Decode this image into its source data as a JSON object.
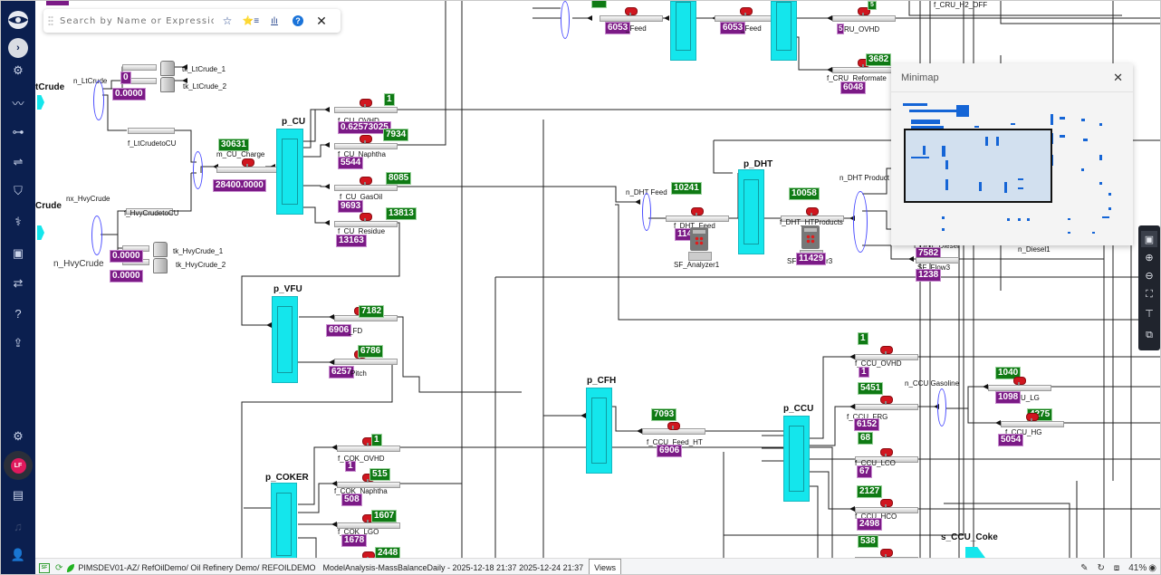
{
  "search": {
    "placeholder": "Search by Name or Expression"
  },
  "nav": {
    "items": [
      "logo",
      "expand",
      "data-settings",
      "trends",
      "connections",
      "compare",
      "security",
      "diagnostics",
      "reports",
      "sync",
      "help",
      "export",
      "settings",
      "user-avatar",
      "messages",
      "notifications",
      "profile"
    ],
    "avatar_initials": "LF"
  },
  "minimap": {
    "title": "Minimap"
  },
  "status": {
    "server_badge": "SF",
    "path": "PIMSDEV01-AZ/ RefOilDemo/ Oil Refinery Demo/ REFOILDEMO",
    "analysis": "ModelAnalysis-MassBalanceDaily - 2025-12-18 21:37 2025-12-24 21:37",
    "views_label": "Views",
    "zoom_level": "41%"
  },
  "diagram": {
    "sources": {
      "lt_crude": "tCrude",
      "hvy_crude": "Crude",
      "ccu_coke": "s_CCU_Coke"
    },
    "nodes": {
      "n_ltcrude": "n_LtCrude",
      "nx_hvycrude": "nx_HvyCrude",
      "n_hvycrude": "n_HvyCrude",
      "n_dht_feed": "n_DHT Feed",
      "n_dht_product": "n_DHT Product",
      "n_ccu_gasoline": "n_CCU Gasoline",
      "n_diesel1": "n_Diesel1"
    },
    "units": {
      "p_cu": "p_CU",
      "p_vfu": "p_VFU",
      "p_coker": "p_COKER",
      "p_dht": "p_DHT",
      "p_cfh": "p_CFH",
      "p_ccu": "p_CCU"
    },
    "tanks": {
      "lt1": "tk_LtCrude_1",
      "lt2": "tk_LtCrude_2",
      "hv1": "tk_HvyCrude_1",
      "hv2": "tk_HvyCrude_2"
    },
    "pipes": {
      "f_ltcrudetocu": "f_LtCrudetoCU",
      "f_hvycrudetocu": "f_HvyCrudetoCU",
      "sf_flow3": "SF_Flow3",
      "lt_tank1_val": "0",
      "lt_tank2_val": "0.0000",
      "hv_tank1_val": "0.0000",
      "hv_tank2_val": "0.0000"
    },
    "meters": {
      "m_cu_charge": {
        "label": "m_CU_Charge",
        "measured": "30631",
        "calc": "28400.0000"
      },
      "f_cu_ovhd": {
        "label": "f_CU_OVHD",
        "measured": "1",
        "calc": "0.62573025"
      },
      "f_cu_naphtha": {
        "label": "f_CU_Naphtha",
        "measured": "7934",
        "calc": "5544"
      },
      "f_cu_gasoil": {
        "label": "f_CU_GasOil",
        "measured": "8085",
        "calc": "9693"
      },
      "f_cu_residue": {
        "label": "f_CU_Residue",
        "measured": "13813",
        "calc": "13163"
      },
      "feed_a": {
        "label": "_Feed",
        "calc": "6053"
      },
      "feed_b": {
        "label": "f_Feed",
        "calc": "6053"
      },
      "f_cru_ovhd": {
        "label": "fCRU_OVHD",
        "measured": "5",
        "calc": "5"
      },
      "f_cru_reformate": {
        "label": "f_CRU_Reformate",
        "measured": "3682",
        "calc": "6048"
      },
      "f_cru_h2": {
        "label": "f_CRU_H2_OFF"
      },
      "f_dht_feed": {
        "label": "f_DHT_Feed",
        "measured": "10241",
        "calc": "114"
      },
      "f_dht_htproducts": {
        "label": "f_DHT_HTProducts",
        "measured": "10058",
        "calc": "11429"
      },
      "f_dht_diesel": {
        "label": "f_DHT_Diesel",
        "calc": "7582"
      },
      "sf_flow3": {
        "calc": "1238"
      },
      "f_vfu_fd": {
        "label": "_FD",
        "measured": "7182",
        "calc": "6906"
      },
      "f_vfu_pitch": {
        "label": "Pitch",
        "measured": "6786",
        "calc": "6257"
      },
      "f_cok_ovhd": {
        "label": "f_COK_OVHD",
        "measured": "1",
        "calc": "1"
      },
      "f_cok_naphtha": {
        "label": "f_COK_Naphtha",
        "measured": "515",
        "calc": "508"
      },
      "f_cok_lgo": {
        "label": "f_COK_LGO",
        "measured": "1607",
        "calc": "1678"
      },
      "f_cok_hgo": {
        "measured": "2448"
      },
      "f_ccu_feed_ht": {
        "label": "f_CCU_Feed_HT",
        "measured": "7093",
        "calc": "6906"
      },
      "f_ccu_ovhd": {
        "label": "f_CCU_OVHD",
        "measured": "1",
        "calc": "1"
      },
      "f_ccu_frg": {
        "label": "f_CCU_FRG",
        "measured": "5451",
        "calc": "6152"
      },
      "f_ccu_lco": {
        "label": "f_CCU_LCO",
        "measured": "68",
        "calc": "67"
      },
      "f_ccu_hco": {
        "label": "f_CCU_HCO",
        "measured": "2127",
        "calc": "2498"
      },
      "f_ccu_slurry": {
        "measured": "538"
      },
      "f_ccu_lg": {
        "label": "U_LG",
        "measured": "1040",
        "calc": "1098"
      },
      "f_ccu_hg": {
        "label": "f_CCU_HG",
        "measured": "4275",
        "calc": "5054"
      }
    },
    "analyzers": {
      "a1": "SF_Analyzer1",
      "a3": "SF_Analyzer3"
    }
  },
  "colors": {
    "nav_bg": "#0b1f4f",
    "unit_fill": "#14e6ec",
    "measured_badge": "#0f7a14",
    "calc_badge": "#7b1a86",
    "node_stroke": "#4a4cff",
    "minimap_marks": "#1565d6"
  }
}
